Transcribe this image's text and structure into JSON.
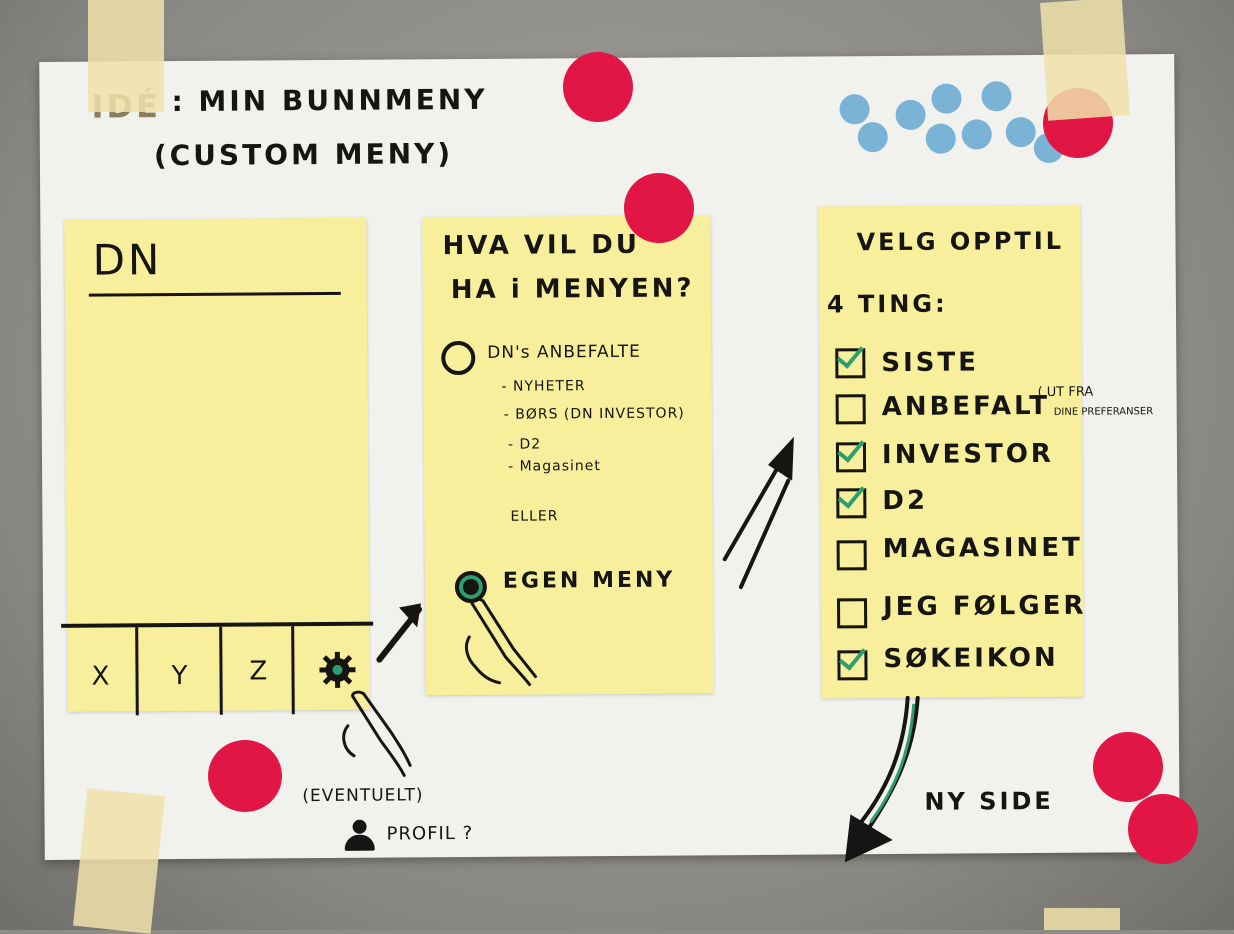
{
  "sketch": {
    "idea_prefix": "IDÉ",
    "title_line1": ": MIN BUNNMENY",
    "title_line2": "(CUSTOM MENY)"
  },
  "panel_phone": {
    "header": "DN",
    "tabs": [
      "X",
      "Y",
      "Z"
    ],
    "tab_icon": "gear-icon"
  },
  "annotations": {
    "optional": "(EVENTUELT)",
    "profile": "PROFIL ?",
    "profile_icon": "person-icon",
    "new_page": "NY SIDE"
  },
  "panel_choice": {
    "question_line1": "HVA VIL DU",
    "question_line2": "HA i MENYEN?",
    "option_recommended": "DN's ANBEFALTE",
    "recommended_items": [
      "- NYHETER",
      "- BØRS (DN INVESTOR)",
      "- D2",
      "- Magasinet"
    ],
    "or_label": "ELLER",
    "option_own": "EGEN MENY"
  },
  "panel_select": {
    "title_line1": "VELG OPPTIL",
    "title_line2": "4 TING:",
    "items": [
      {
        "label": "SISTE",
        "checked": true
      },
      {
        "label": "ANBEFALT",
        "checked": false
      },
      {
        "label": "INVESTOR",
        "checked": true
      },
      {
        "label": "D2",
        "checked": true
      },
      {
        "label": "MAGASINET",
        "checked": false
      },
      {
        "label": "JEG FØLGER",
        "checked": false
      },
      {
        "label": "SØKEIKON",
        "checked": true
      }
    ],
    "side_note_line1": "( UT FRA",
    "side_note_line2": "DINE PREFERANSER"
  },
  "colors": {
    "sticky_note": "#f8ef9c",
    "red_dot": "#e11645",
    "blue_dot": "#7ab3d6",
    "green_marker": "#2f9e6e",
    "ink": "#161513"
  }
}
